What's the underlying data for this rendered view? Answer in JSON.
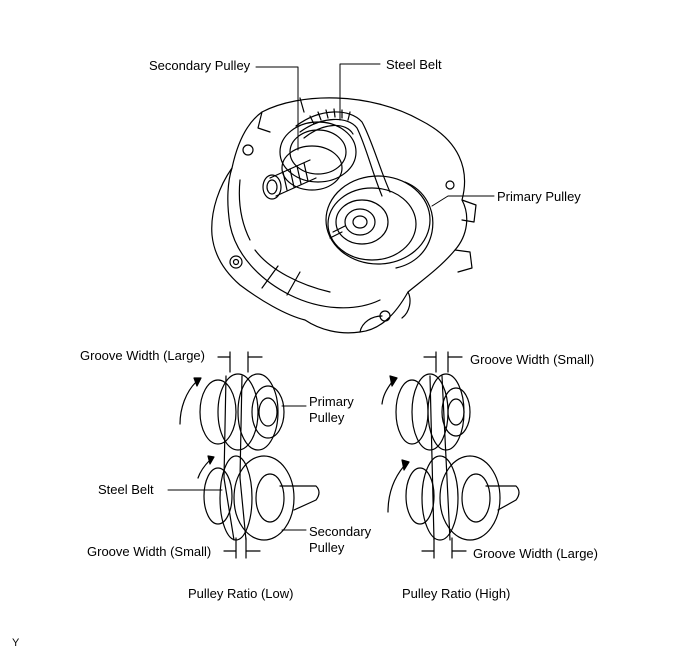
{
  "top": {
    "secondary_pulley": "Secondary Pulley",
    "steel_belt": "Steel Belt",
    "primary_pulley": "Primary Pulley"
  },
  "low": {
    "groove_top": "Groove Width (Large)",
    "primary_line1": "Primary",
    "primary_line2": "Pulley",
    "steel_belt": "Steel Belt",
    "secondary_line1": "Secondary",
    "secondary_line2": "Pulley",
    "groove_bottom": "Groove Width (Small)",
    "caption": "Pulley Ratio (Low)"
  },
  "high": {
    "groove_top": "Groove Width (Small)",
    "groove_bottom": "Groove Width (Large)",
    "caption": "Pulley Ratio (High)"
  },
  "corner_code": "Y"
}
